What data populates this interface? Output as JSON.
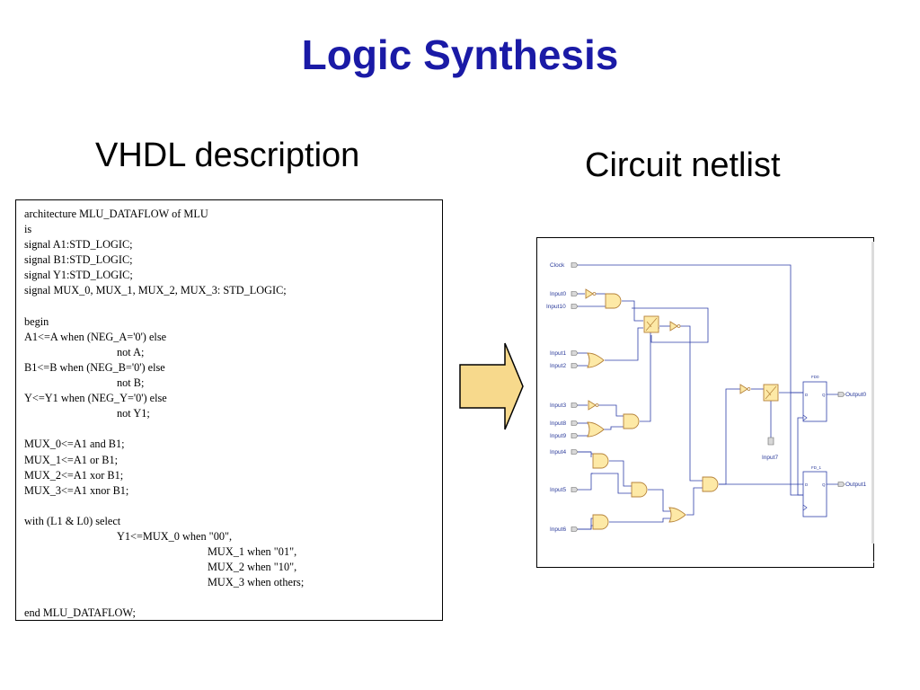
{
  "slide": {
    "title": "Logic Synthesis",
    "left_heading": "VHDL description",
    "right_heading": "Circuit netlist"
  },
  "vhdl": {
    "lines": [
      {
        "indent": 0,
        "text": "architecture MLU_DATAFLOW of MLU"
      },
      {
        "indent": 0,
        "text": "is"
      },
      {
        "indent": 0,
        "text": "signal A1:STD_LOGIC;"
      },
      {
        "indent": 0,
        "text": "signal B1:STD_LOGIC;"
      },
      {
        "indent": 0,
        "text": "signal Y1:STD_LOGIC;"
      },
      {
        "indent": 0,
        "text": "signal MUX_0, MUX_1, MUX_2, MUX_3: STD_LOGIC;"
      },
      {
        "indent": 0,
        "text": ""
      },
      {
        "indent": 0,
        "text": "begin"
      },
      {
        "indent": 0,
        "text": "A1<=A when (NEG_A='0') else"
      },
      {
        "indent": 1,
        "text": "not A;"
      },
      {
        "indent": 0,
        "text": "B1<=B when (NEG_B='0') else"
      },
      {
        "indent": 1,
        "text": "not B;"
      },
      {
        "indent": 0,
        "text": "Y<=Y1 when (NEG_Y='0') else"
      },
      {
        "indent": 1,
        "text": "not Y1;"
      },
      {
        "indent": 0,
        "text": ""
      },
      {
        "indent": 0,
        "text": "MUX_0<=A1 and B1;"
      },
      {
        "indent": 0,
        "text": "MUX_1<=A1 or B1;"
      },
      {
        "indent": 0,
        "text": "MUX_2<=A1 xor B1;"
      },
      {
        "indent": 0,
        "text": "MUX_3<=A1 xnor B1;"
      },
      {
        "indent": 0,
        "text": ""
      },
      {
        "indent": 0,
        "text": "with (L1 & L0) select"
      },
      {
        "indent": 1,
        "text": "Y1<=MUX_0 when \"00\","
      },
      {
        "indent": 2,
        "text": "MUX_1 when \"01\","
      },
      {
        "indent": 2,
        "text": "MUX_2 when \"10\","
      },
      {
        "indent": 2,
        "text": "MUX_3 when others;"
      },
      {
        "indent": 0,
        "text": ""
      },
      {
        "indent": 0,
        "text": "end MLU_DATAFLOW;"
      }
    ]
  },
  "netlist": {
    "inputs": {
      "clock": "Clock",
      "input0": "Input0",
      "input10": "Input10",
      "input1": "Input1",
      "input2": "Input2",
      "input3": "Input3",
      "input8": "Input8",
      "input9": "Input9",
      "input4": "Input4",
      "input5": "Input5",
      "input6": "Input6",
      "input7": "Input7"
    },
    "outputs": {
      "output0": "Output0",
      "output1": "Output1"
    },
    "ff_labels": {
      "ff0": "FD0",
      "ff1": "FD_1",
      "d": "D",
      "q": "Q"
    }
  },
  "colors": {
    "title": "#1a1aa6",
    "gate_fill": "#fde9a6",
    "gate_stroke": "#b5823a",
    "wire": "#2e3fa8",
    "arrow_fill": "#f7d98c"
  }
}
